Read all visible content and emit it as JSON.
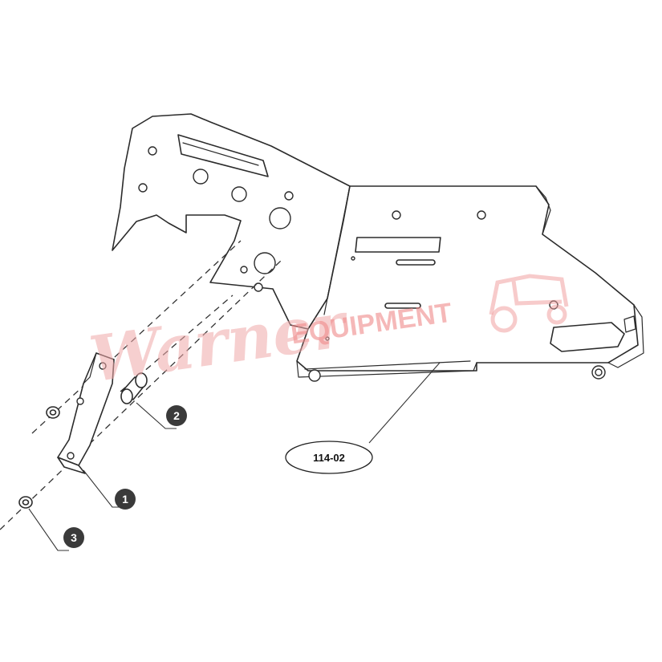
{
  "assembly_callout": {
    "label": "114-02"
  },
  "callouts": [
    {
      "number": "1"
    },
    {
      "number": "2"
    },
    {
      "number": "3"
    }
  ],
  "watermark": {
    "script_text": "Warner",
    "band_text": "EQUIPMENT",
    "color": "#f0a0a0"
  },
  "colors": {
    "line": "#2b2b2b",
    "bubble": "#3a3a3a"
  }
}
